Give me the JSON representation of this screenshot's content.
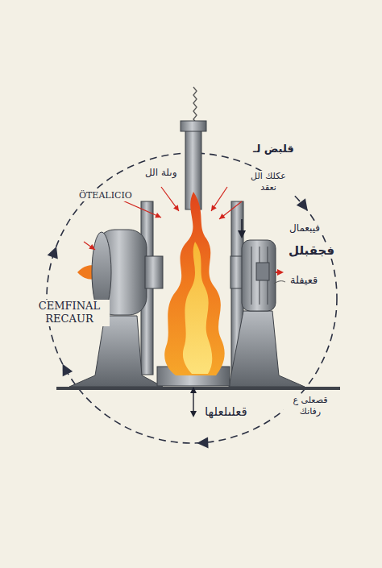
{
  "diagram": {
    "labels": [
      "قلبض لـ",
      "وىلة الل",
      "عكلك الل نعقد",
      "ÖTEALICIO",
      "فيبعمال",
      "فجقبلل",
      "قعيفلة",
      "CEMFINAL RECAUR",
      "قصعلى ع رفانك",
      "قعلىلعلها"
    ]
  }
}
